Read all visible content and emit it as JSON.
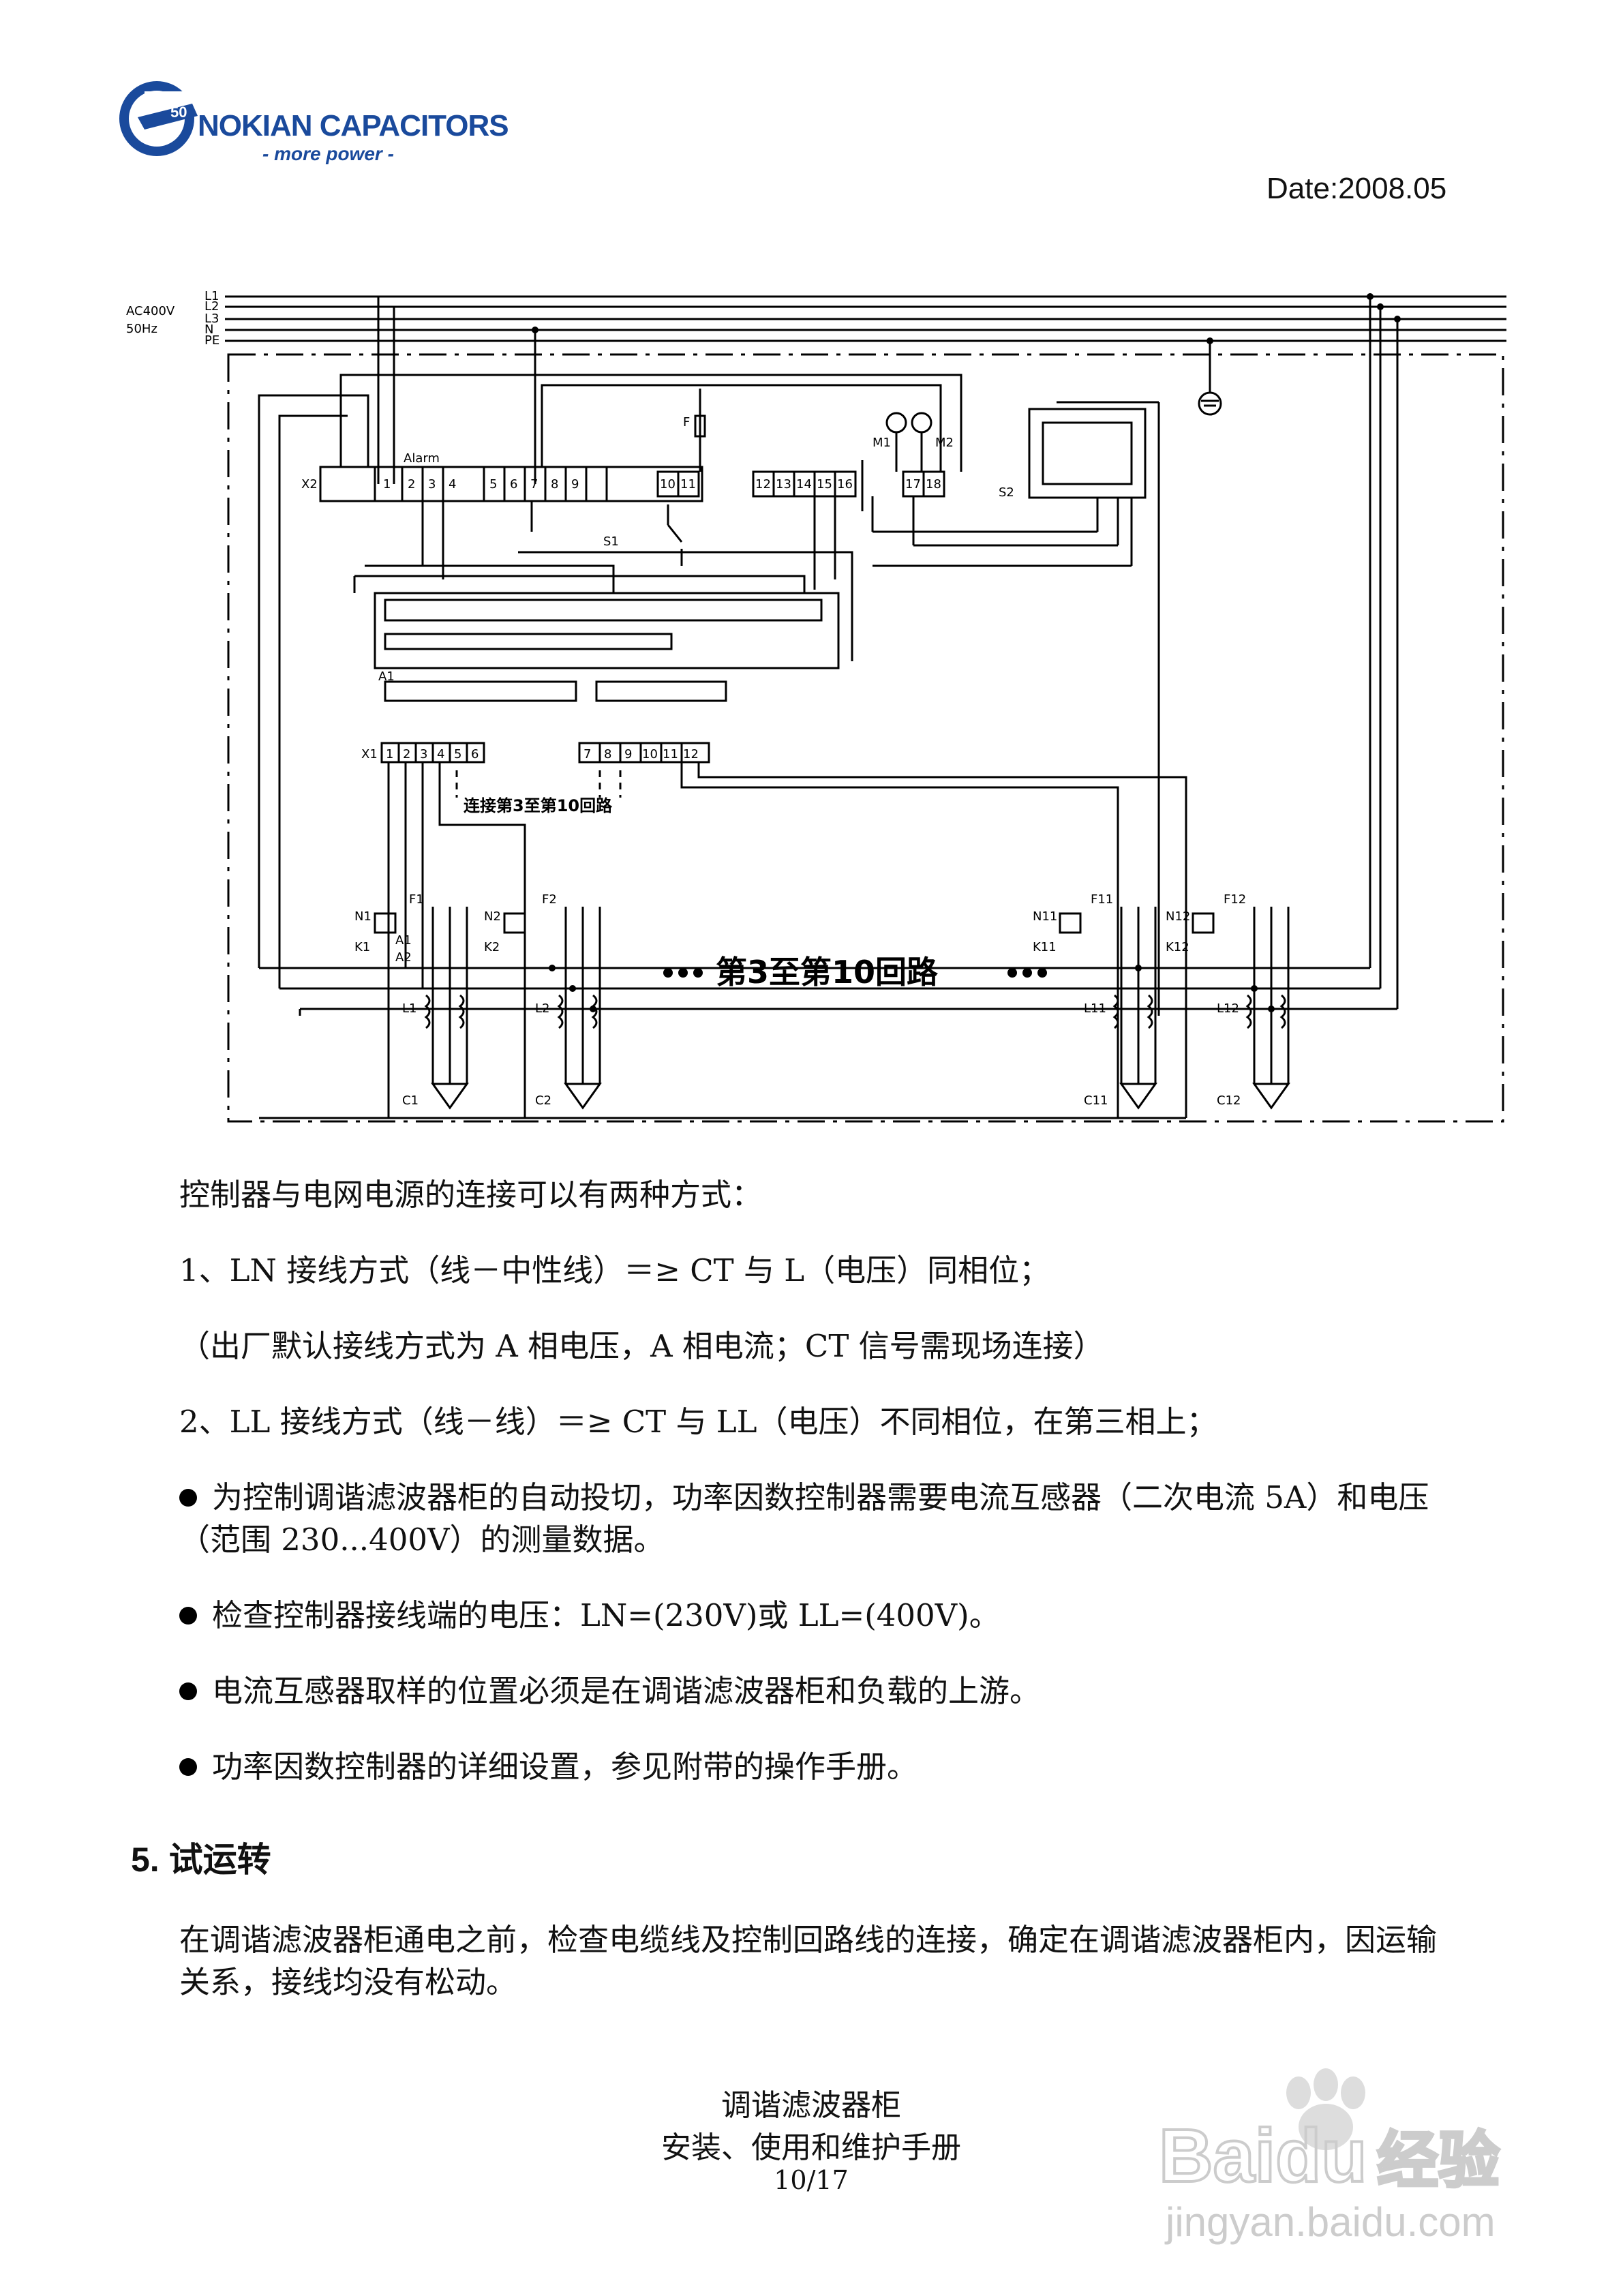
{
  "header": {
    "brand": "NOKIAN CAPACITORS",
    "tagline": "- more power -",
    "logo_badge": "50",
    "date": "Date:2008.05"
  },
  "diagram": {
    "supply": [
      "AC400V",
      "50Hz"
    ],
    "phases": [
      "L1",
      "L2",
      "L3",
      "N",
      "PE"
    ],
    "terminal_x2": "X2",
    "alarm": "Alarm",
    "x2_terminals": [
      "1",
      "2",
      "3",
      "4",
      "5",
      "6",
      "7",
      "8",
      "9"
    ],
    "terminals_mid": [
      "10",
      "11"
    ],
    "terminals_right": [
      "12",
      "13",
      "14",
      "15",
      "16"
    ],
    "terminals_fan": [
      "17",
      "18"
    ],
    "fuse": "F",
    "switch_s1": "S1",
    "switch_s2": "S2",
    "motor_m1": "M1",
    "motor_m2": "M2",
    "controller": "A1",
    "terminal_x1": "X1",
    "x1_left": [
      "1",
      "2",
      "3",
      "4",
      "5",
      "6"
    ],
    "x1_right": [
      "7",
      "8",
      "9",
      "10",
      "11",
      "12"
    ],
    "connect_note": "连接第3至第10回路",
    "center_note": "第3至第10回路",
    "branches": [
      {
        "n": "N1",
        "f": "F1",
        "k": "K1",
        "l": "L1",
        "c": "C1"
      },
      {
        "n": "N2",
        "f": "F2",
        "k": "K2",
        "l": "L2",
        "c": "C2"
      },
      {
        "n": "N11",
        "f": "F11",
        "k": "K11",
        "l": "L11",
        "c": "C11"
      },
      {
        "n": "N12",
        "f": "F12",
        "k": "K12",
        "l": "L12",
        "c": "C12"
      }
    ],
    "contact_a1": "A1",
    "contact_a2": "A2"
  },
  "content": {
    "intro": "控制器与电网电源的连接可以有两种方式：",
    "item1": "1、LN 接线方式（线－中性线）＝≥ CT 与 L（电压）同相位；",
    "item1_note": "（出厂默认接线方式为 A 相电压，A 相电流；CT 信号需现场连接）",
    "item2": "2、LL 接线方式（线－线）＝≥ CT 与 LL（电压）不同相位，在第三相上；",
    "bullets": [
      [
        "为控制调谐滤波器柜的自动投切，功率因数控制器需要电流互感器（二次电流 5A）和电压",
        "（范围 230...400V）的测量数据。"
      ],
      [
        "检查控制器接线端的电压：LN=(230V)或 LL=(400V)。"
      ],
      [
        "电流互感器取样的位置必须是在调谐滤波器柜和负载的上游。"
      ],
      [
        "功率因数控制器的详细设置，参见附带的操作手册。"
      ]
    ],
    "section_heading": "5. 试运转",
    "section_body": [
      "在调谐滤波器柜通电之前，检查电缆线及控制回路线的连接，确定在调谐滤波器柜内，因运输",
      "关系，接线均没有松动。"
    ]
  },
  "footer": {
    "line1": "调谐滤波器柜",
    "line2": "安装、使用和维护手册",
    "page": "10/17"
  },
  "watermark": {
    "brand": "Baidu",
    "product": "经验",
    "url": "jingyan.baidu.com"
  }
}
